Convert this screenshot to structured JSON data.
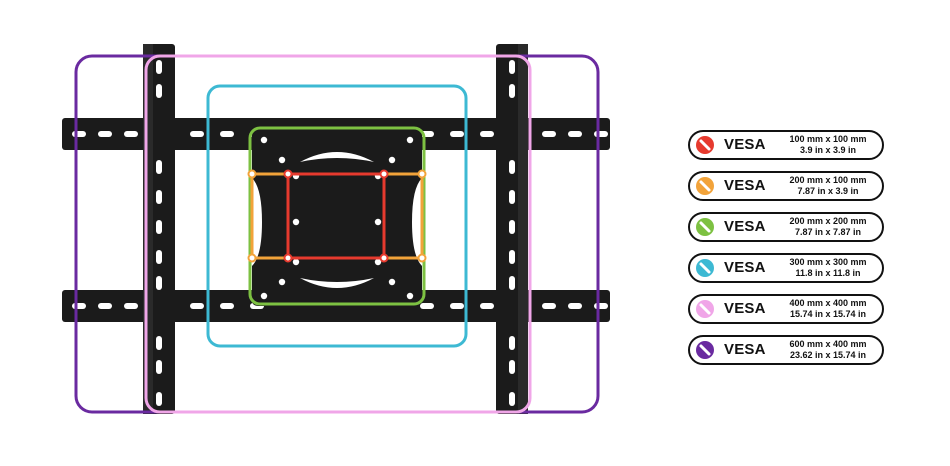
{
  "vesa_sizes": [
    {
      "label": "VESA",
      "metric": "100 mm x 100 mm",
      "imperial": "3.9 in x 3.9 in",
      "color": "#e63a2e"
    },
    {
      "label": "VESA",
      "metric": "200 mm x 100 mm",
      "imperial": "7.87 in x 3.9 in",
      "color": "#f2a33a"
    },
    {
      "label": "VESA",
      "metric": "200 mm x 200 mm",
      "imperial": "7.87 in x 7.87 in",
      "color": "#7dc142"
    },
    {
      "label": "VESA",
      "metric": "300 mm x 300 mm",
      "imperial": "11.8 in x 11.8 in",
      "color": "#3db9d3"
    },
    {
      "label": "VESA",
      "metric": "400 mm x 400 mm",
      "imperial": "15.74 in x 15.74 in",
      "color": "#f0a6e8"
    },
    {
      "label": "VESA",
      "metric": "600 mm x 400 mm",
      "imperial": "23.62 in x 15.74 in",
      "color": "#6a2aa0"
    }
  ],
  "badge_icon": "slash-circle-icon",
  "mount_color": "#1b1b1b"
}
